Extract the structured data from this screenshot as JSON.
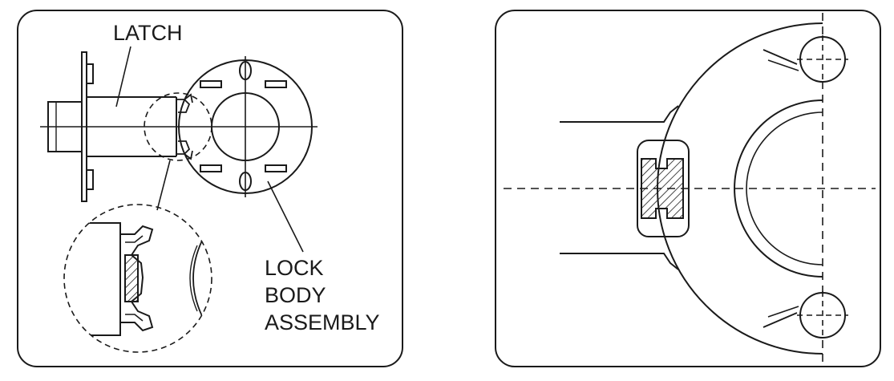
{
  "labels": {
    "latch": "LATCH",
    "lock_body_line1": "LOCK",
    "lock_body_line2": "BODY",
    "lock_body_line3": "ASSEMBLY"
  },
  "colors": {
    "stroke": "#1a1a1a",
    "background": "#ffffff"
  }
}
